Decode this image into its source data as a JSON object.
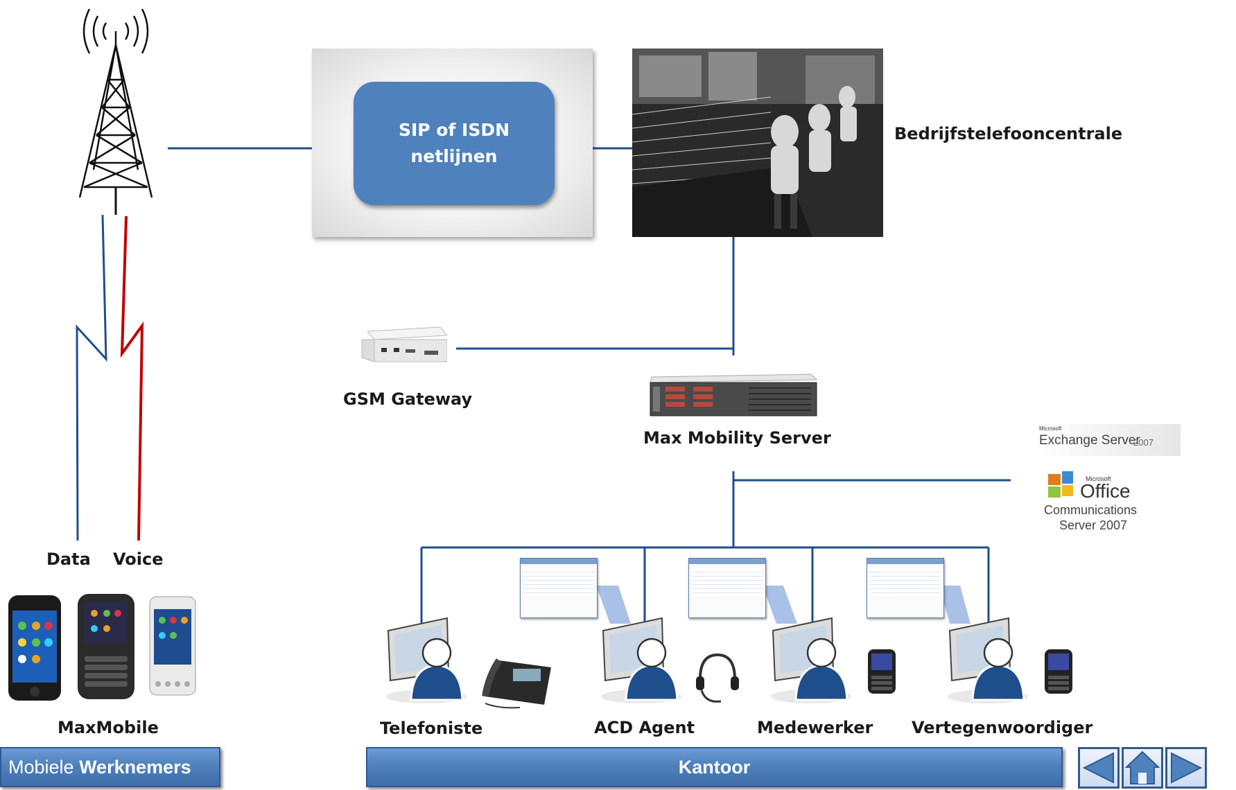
{
  "diagram": {
    "sip_box_label_line1": "SIP of ISDN",
    "sip_box_label_line2": "netlijnen",
    "pbx_label": "Bedrijfstelefooncentrale",
    "gsm_gateway_label": "GSM Gateway",
    "mms_label": "Max Mobility Server",
    "data_label": "Data",
    "voice_label": "Voice",
    "maxmobile_label": "MaxMobile",
    "exchange_logo": {
      "small": "Microsoft",
      "main": "Exchange Server",
      "version": "2007"
    },
    "ocs_logo": {
      "small": "Microsoft",
      "main": "Office",
      "line2": "Communications",
      "line3": "Server 2007"
    },
    "workstations": [
      "Telefoniste",
      "ACD Agent",
      "Medewerker",
      "Vertegenwoordiger"
    ]
  },
  "footer": {
    "mobile_prefix": "Mobiele ",
    "mobile_bold": "Werknemers",
    "office_label": "Kantoor"
  },
  "colors": {
    "line_blue": "#1f4e8c",
    "voice_red": "#c00000",
    "accent": "#4f81bd"
  },
  "icons": [
    "radio-tower-icon",
    "gsm-gateway-icon",
    "server-icon",
    "smartphone-icon",
    "desk-phone-icon",
    "headset-icon",
    "user-workstation-icon",
    "nav-back-icon",
    "nav-home-icon",
    "nav-forward-icon"
  ]
}
